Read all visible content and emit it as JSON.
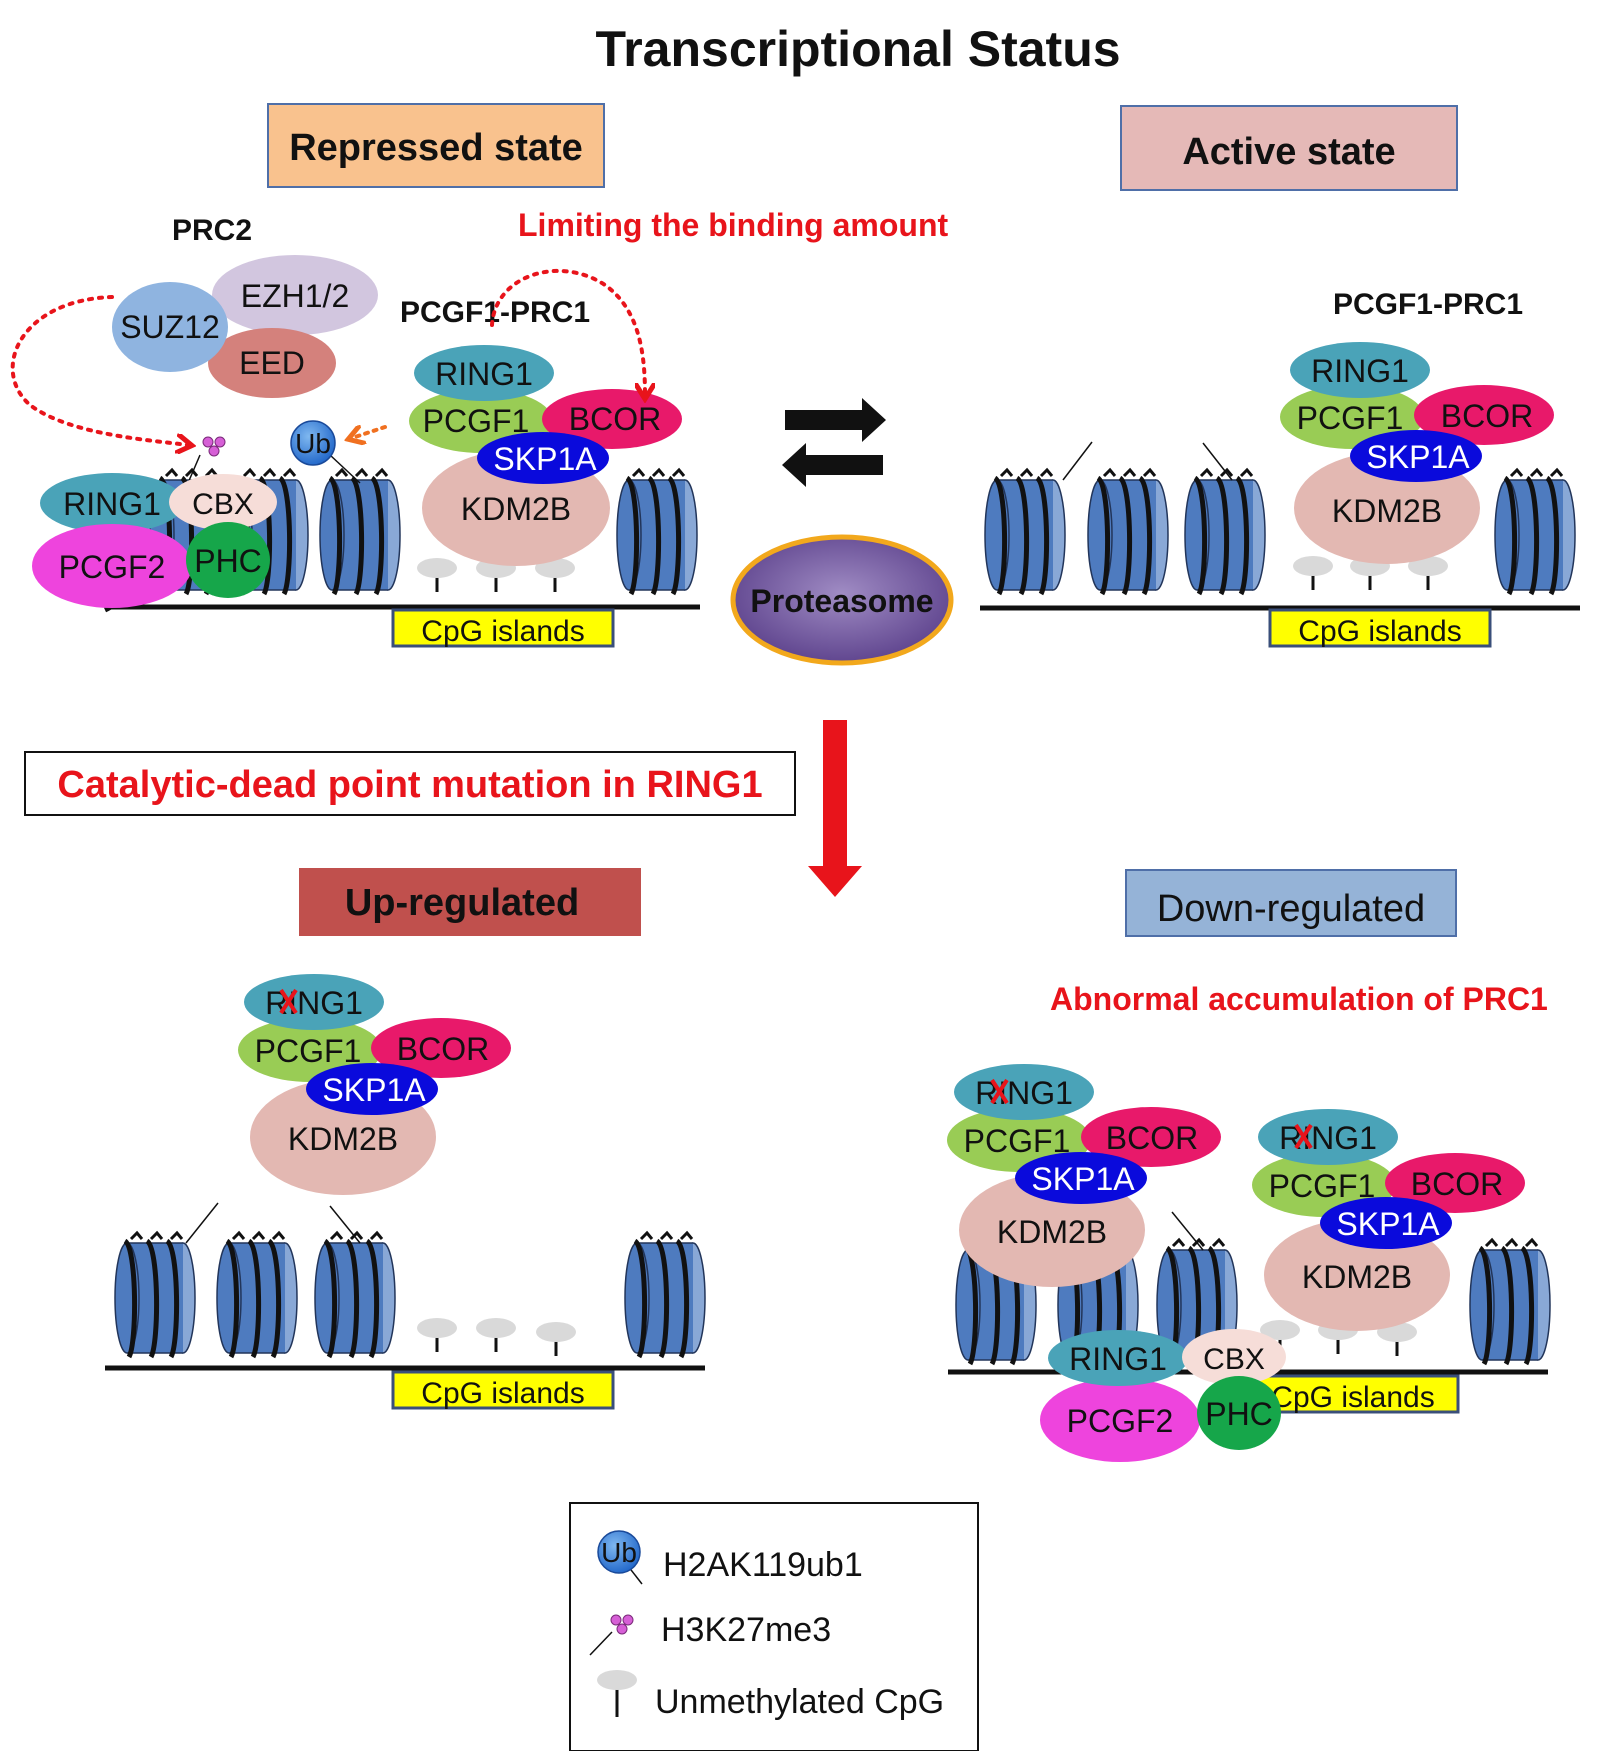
{
  "title": "Transcriptional Status",
  "states": {
    "repressed": "Repressed state",
    "active": "Active state",
    "up": "Up-regulated",
    "down": "Down-regulated"
  },
  "annotations": {
    "limiting": "Limiting the  binding amount",
    "mutation": "Catalytic-dead point mutation in RING1",
    "abnormal": "Abnormal accumulation of PRC1"
  },
  "labels": {
    "prc2": "PRC2",
    "pcgf1_prc1": "PCGF1-PRC1",
    "suz12": "SUZ12",
    "ezh": "EZH1/2",
    "eed": "EED",
    "ring1": "RING1",
    "pcgf1": "PCGF1",
    "pcgf2": "PCGF2",
    "bcor": "BCOR",
    "skp1a": "SKP1A",
    "kdm2b": "KDM2B",
    "cbx": "CBX",
    "phc": "PHC",
    "ub": "Ub",
    "cpg": "CpG islands",
    "proteasome": "Proteasome"
  },
  "legend": [
    {
      "icon": "ub-icon",
      "label": "H2AK119ub1"
    },
    {
      "icon": "h3k27me3-icon",
      "label": "H3K27me3"
    },
    {
      "icon": "cpg-lollipop-icon",
      "label": "Unmethylated CpG"
    }
  ],
  "colors": {
    "nucleosome": "#4e7bbf",
    "ring1": "#4aa3b8",
    "pcgf1": "#99cc55",
    "bcor": "#e8196a",
    "skp1a": "#0a0adc",
    "kdm2b": "#e3b8b2",
    "pcgf2": "#ee44dd",
    "phc": "#16a64a",
    "cbx": "#f6ddd8",
    "suz12": "#8fb4e0",
    "ezh": "#d2c6df",
    "eed": "#d4817c",
    "cpg_box": "#ffff00",
    "repressed_bg": "#f9c28e",
    "active_bg": "#e5b9b7",
    "up_bg": "#c0504d",
    "down_bg": "#95b3d7",
    "red_text": "#e8141b",
    "proteasome": "#6a4f98"
  }
}
